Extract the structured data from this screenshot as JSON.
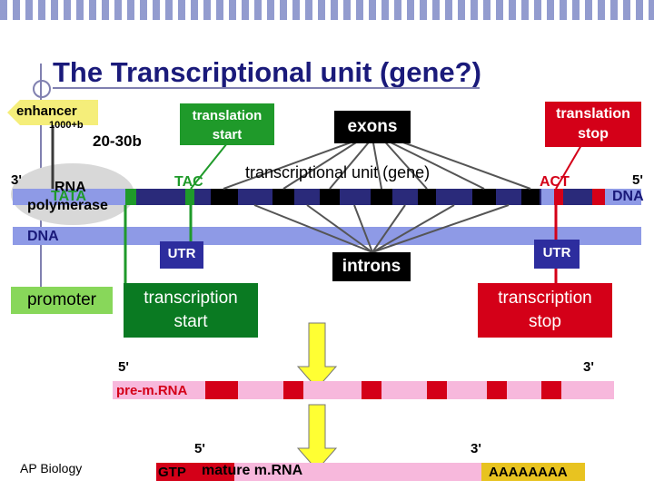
{
  "slide": {
    "title": "The Transcriptional unit (gene?)",
    "footer": "AP Biology"
  },
  "labels": {
    "enhancer": "enhancer",
    "distance_1000b": "1000+b",
    "distance_20_30b": "20-30b",
    "translation_start": "translation\nstart",
    "exons": "exons",
    "translation_stop": "translation\nstop",
    "three_prime_left": "3'",
    "rna_polymerase_top": "RNA",
    "rna_polymerase_bottom": "polymerase",
    "tata": "TATA",
    "dna_left": "DNA",
    "tac": "TAC",
    "transcriptional_unit": "transcriptional unit (gene)",
    "act": "ACT",
    "five_prime_right": "5'",
    "dna_right": "DNA",
    "utr_left": "UTR",
    "introns": "introns",
    "utr_right": "UTR",
    "promoter": "promoter",
    "transcription_start": "transcription\nstart",
    "transcription_stop": "transcription\nstop",
    "pre_mrna_5": "5'",
    "pre_mrna_3": "3'",
    "pre_mrna": "pre-m.RNA",
    "mature_5": "5'",
    "mature_3": "3'",
    "gtp": "GTP",
    "mature_mrna": "mature m.RNA",
    "poly_a": "AAAAAAAA"
  },
  "colors": {
    "accent_green": "#1f9a2a",
    "dna_blue": "#8e9ae6",
    "dna_dark": "#2a2a7a",
    "exon_black": "#000000",
    "rna_pink": "#f7b8dc",
    "rna_red": "#d40018",
    "arrow_yellow": "#ffff33"
  }
}
